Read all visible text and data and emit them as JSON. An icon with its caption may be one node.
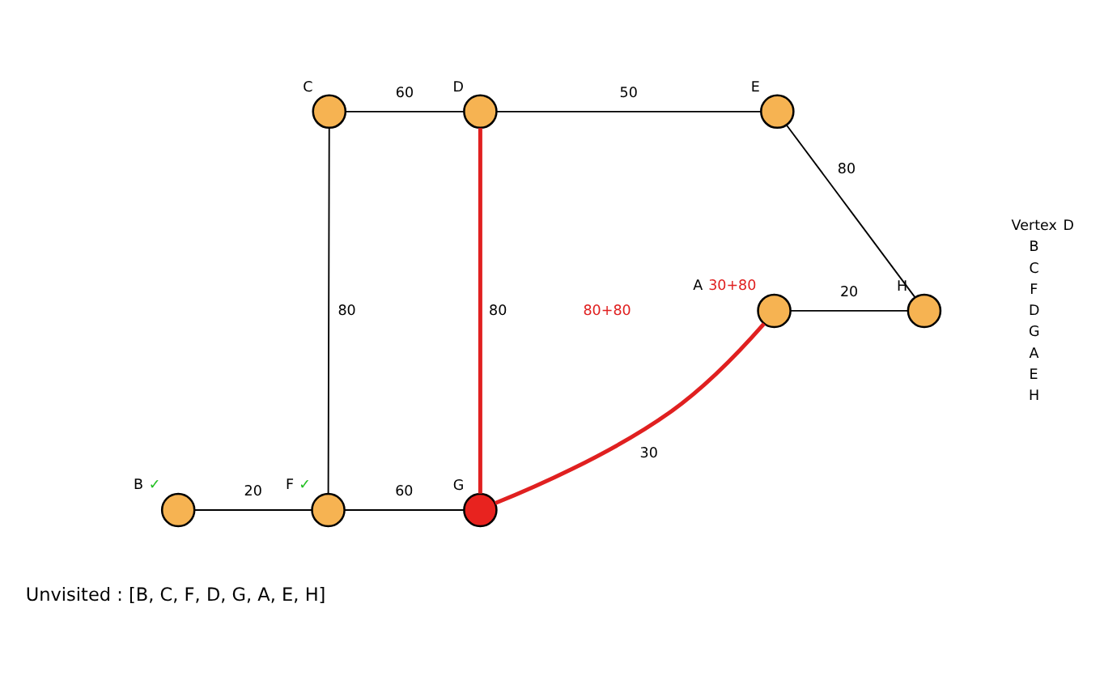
{
  "diagram": {
    "nodes": [
      {
        "text": [
          "C"
        ]
      },
      {
        "text": [
          "D"
        ]
      },
      {
        "text": [
          "E"
        ]
      },
      {
        "text": [
          "A"
        ],
        "beside": [
          "30+80"
        ]
      },
      {
        "text": [
          "H"
        ]
      },
      {
        "text": [
          "B"
        ],
        "beside": [
          "✓"
        ]
      },
      {
        "text": [
          "F"
        ],
        "beside": [
          "✓"
        ]
      },
      {
        "text": [
          "G"
        ]
      }
    ],
    "edges": [
      {
        "from": 0,
        "to": 1,
        "arrow": "none",
        "label": "60"
      },
      {
        "from": 1,
        "to": 2,
        "arrow": "none",
        "label": "50"
      },
      {
        "from": 0,
        "to": 6,
        "arrow": "none",
        "label": "80"
      },
      {
        "from": 1,
        "to": 7,
        "arrow": "none",
        "label": "80",
        "style": "thick",
        "color": "#e02020"
      },
      {
        "from": 2,
        "to": 4,
        "arrow": "none",
        "label": "80"
      },
      {
        "from": 3,
        "to": 4,
        "arrow": "none",
        "label": "20"
      },
      {
        "from": 3,
        "to": 7,
        "arrow": "none",
        "label": "30",
        "style": "thick",
        "color": "#e02020"
      },
      {
        "from": 5,
        "to": 6,
        "arrow": "none",
        "label": "20"
      },
      {
        "from": 6,
        "to": 7,
        "arrow": "none",
        "label": "60"
      }
    ],
    "labels": [
      "80+80",
      "Vertex",
      "D",
      "B",
      "C",
      "F",
      "D",
      "G",
      "A",
      "E",
      "H",
      "Unvisited : [B, C, F, D, G, A, E, H]"
    ]
  }
}
